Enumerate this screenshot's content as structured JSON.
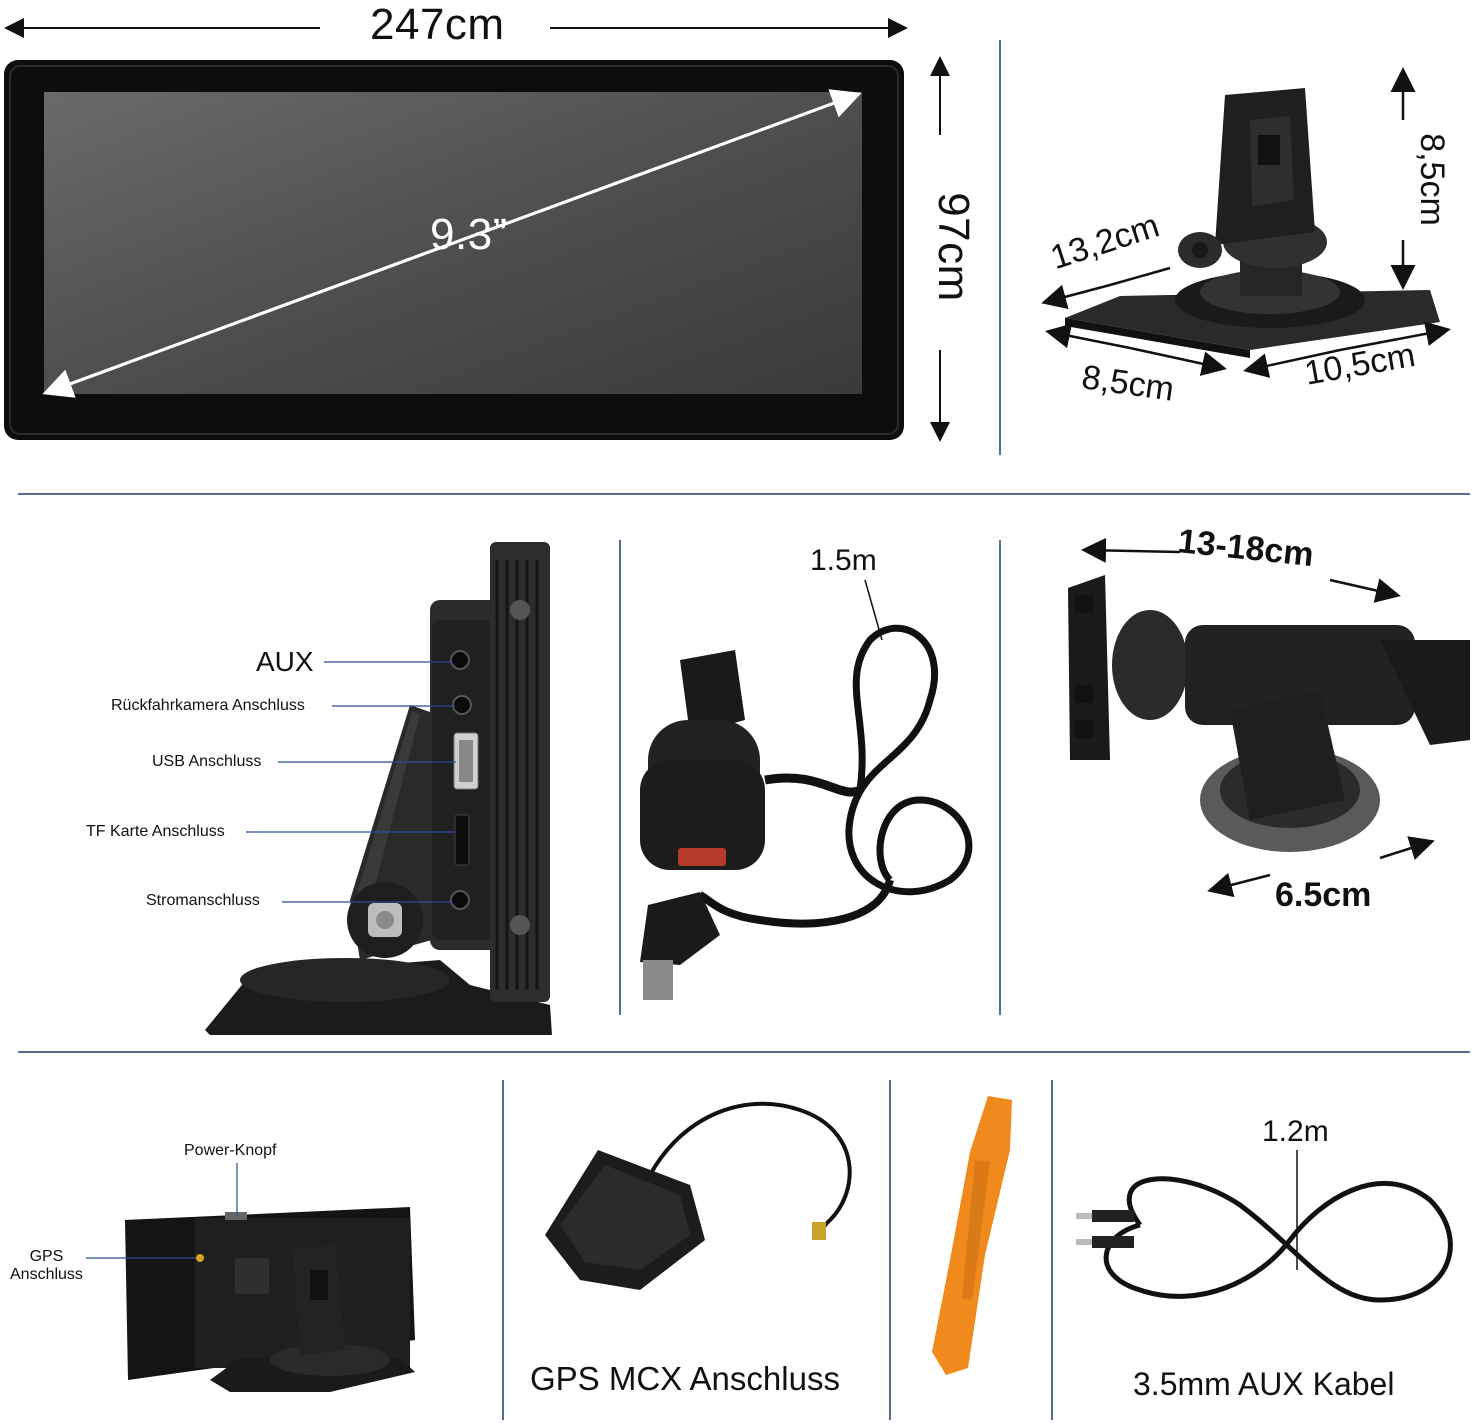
{
  "section1": {
    "width_label": "247cm",
    "height_label": "97cm",
    "diagonal_label": "9.3”",
    "stand_labels": {
      "height": "8,5cm",
      "diagonal": "13,2cm",
      "depth": "8,5cm",
      "width": "10,5cm"
    }
  },
  "section2": {
    "ports": [
      {
        "label": "AUX"
      },
      {
        "label": "Rückfahrkamera Anschluss"
      },
      {
        "label": "USB Anschluss"
      },
      {
        "label": "TF Karte Anschluss"
      },
      {
        "label": "Stromanschluss"
      }
    ],
    "cable_length": "1.5m",
    "mount_range": "13-18cm",
    "suction_diameter": "6.5cm"
  },
  "section3": {
    "power_button": "Power-Knopf",
    "gps_port": "GPS\nAnschluss",
    "gps_caption": "GPS MCX Anschluss",
    "aux_length": "1.2m",
    "aux_caption": "3.5mm AUX Kabel"
  },
  "colors": {
    "divider": "#1f3f6e",
    "screen_bezel": "#0d0d0d",
    "screen_face": "#5a5a5a",
    "pry_tool": "#f08a1c"
  }
}
